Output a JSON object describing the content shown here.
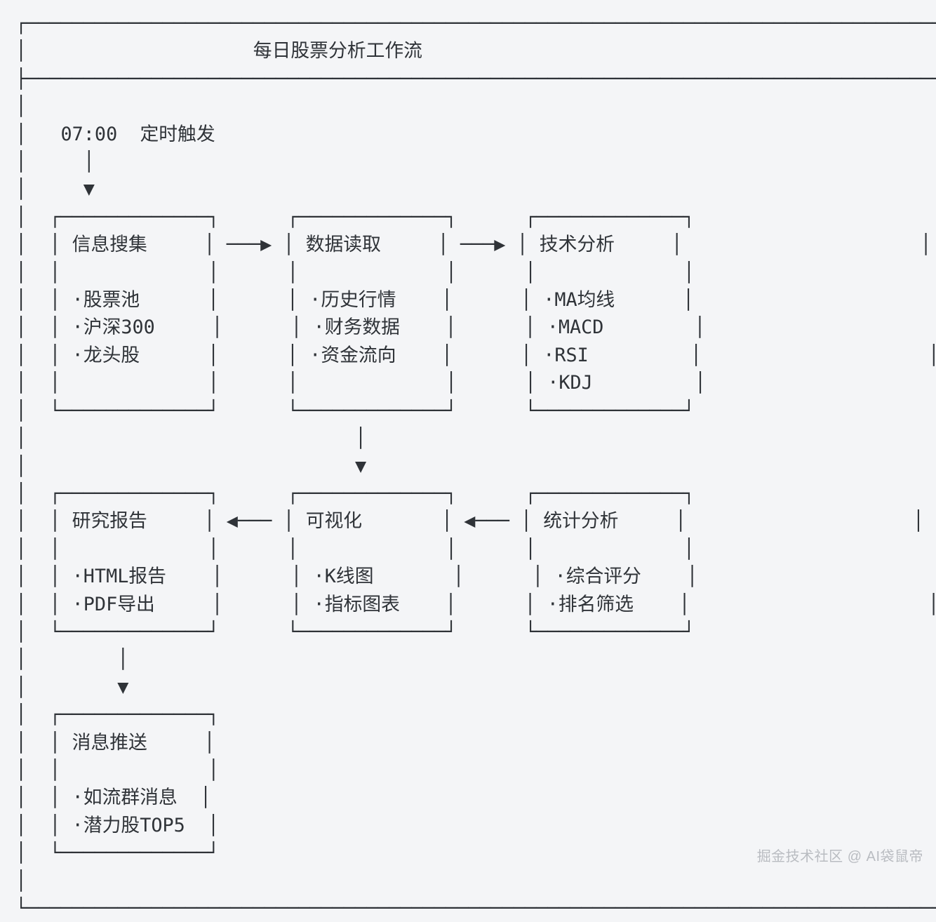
{
  "diagram": {
    "title": "每日股票分析工作流",
    "trigger": {
      "time": "07:00",
      "label": "定时触发"
    },
    "rows": [
      {
        "row_index": 0,
        "nodes": [
          {
            "title": "信息搜集",
            "items": [
              "·股票池",
              "·沪深300",
              "·龙头股"
            ]
          },
          {
            "title": "数据读取",
            "items": [
              "·历史行情",
              "·财务数据",
              "·资金流向"
            ]
          },
          {
            "title": "技术分析",
            "items": [
              "·MA均线",
              "·MACD",
              "·RSI",
              "·KDJ"
            ]
          }
        ],
        "connectors": [
          "arrow-right",
          "arrow-right"
        ]
      },
      {
        "row_index": 1,
        "nodes": [
          {
            "title": "研究报告",
            "items": [
              "·HTML报告",
              "·PDF导出"
            ]
          },
          {
            "title": "可视化",
            "items": [
              "·K线图",
              "·指标图表"
            ]
          },
          {
            "title": "统计分析",
            "items": [
              "·综合评分",
              "·排名筛选"
            ]
          }
        ],
        "connectors": [
          "arrow-left",
          "arrow-left"
        ]
      },
      {
        "row_index": 2,
        "nodes": [
          {
            "title": "消息推送",
            "items": [
              "·如流群消息",
              "·潜力股TOP5"
            ]
          }
        ],
        "connectors": []
      }
    ],
    "vertical_connectors": [
      {
        "from": "定时触发",
        "to": "信息搜集",
        "glyph": "▼"
      },
      {
        "from": "技术分析",
        "to": "统计分析",
        "glyph": "▼"
      },
      {
        "from": "研究报告",
        "to": "消息推送",
        "glyph": "▼"
      }
    ],
    "glyphs": {
      "corner_top_left": "┌",
      "corner_top_right": "┐",
      "corner_bottom_left": "└",
      "corner_bottom_right": "┘",
      "horizontal": "─",
      "vertical": "│",
      "arrow_right": "▶",
      "arrow_left": "◀",
      "arrow_down": "▼"
    },
    "colors": {
      "background": "#f4f5f7",
      "ink": "#2f3338",
      "watermark": "#b9bcc1"
    }
  },
  "ascii": {
    "lines": [
      "┌──────────────────────────────────────────────────────────────────────────────────┐",
      "│                    每日股票分析工作流                                              │",
      "├──────────────────────────────────────────────────────────────────────────────────┤",
      "│                                                                                  │",
      "│   07:00  定时触发                                                                 │",
      "│     │                                                                            │",
      "│     ▼                                                                            │",
      "│  ┌─────────────┐      ┌─────────────┐      ┌─────────────┐                       │",
      "│  │ 信息搜集     │ ───▶ │ 数据读取     │ ───▶ │ 技术分析     │                     │",
      "│  │             │      │             │      │             │                       │",
      "│  │ ·股票池      │      │ ·历史行情    │      │ ·MA均线      │                     │",
      "│  │ ·沪深300     │      │ ·财务数据    │      │ ·MACD        │                    │",
      "│  │ ·龙头股      │      │ ·资金流向    │      │ ·RSI         │                    │",
      "│  │             │      │             │      │ ·KDJ         │                     │",
      "│  └─────────────┘      └─────────────┘      └─────────────┘                       │",
      "│                             │                                                    │",
      "│                             ▼                                                    │",
      "│  ┌─────────────┐      ┌─────────────┐      ┌─────────────┐                       │",
      "│  │ 研究报告     │ ◀─── │ 可视化       │ ◀─── │ 统计分析     │                    │",
      "│  │             │      │             │      │             │                       │",
      "│  │ ·HTML报告    │      │ ·K线图       │      │ ·综合评分    │                     │",
      "│  │ ·PDF导出     │      │ ·指标图表    │      │ ·排名筛选    │                     │",
      "│  └─────────────┘      └─────────────┘      └─────────────┘                       │",
      "│        │                                                                         │",
      "│        ▼                                                                         │",
      "│  ┌─────────────┐                                                                 │",
      "│  │ 消息推送     │                                                                │",
      "│  │             │                                                                 │",
      "│  │ ·如流群消息  │                                                                 │",
      "│  │ ·潜力股TOP5  │                                                                 │",
      "│  └─────────────┘                                                                 │",
      "│                                                                                  │",
      "└──────────────────────────────────────────────────────────────────────────────────┘"
    ]
  },
  "watermark": {
    "text": "掘金技术社区 @ AI袋鼠帝"
  }
}
